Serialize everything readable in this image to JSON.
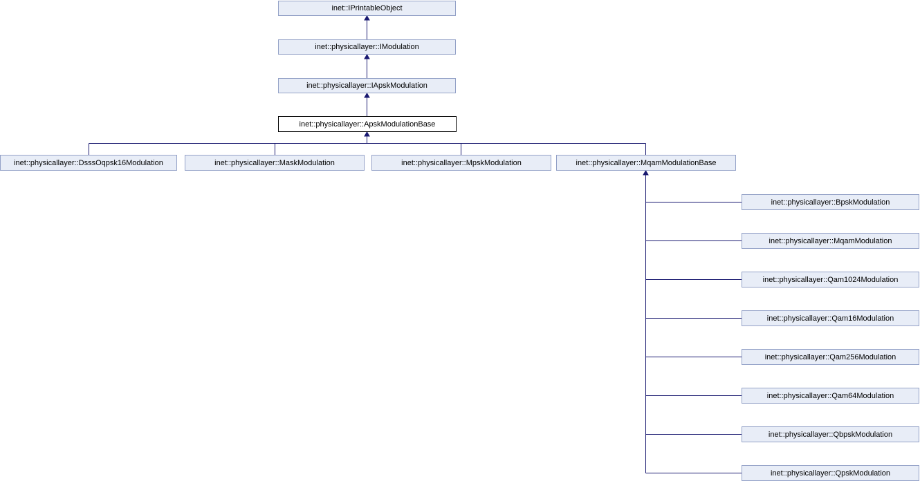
{
  "diagram": {
    "kind": "class-inheritance-diagram",
    "nodes": {
      "iprintableobject": {
        "label": "inet::IPrintableObject",
        "style": "documented"
      },
      "imodulation": {
        "label": "inet::physicallayer::IModulation",
        "style": "documented"
      },
      "iapskmodulation": {
        "label": "inet::physicallayer::IApskModulation",
        "style": "documented"
      },
      "apskmodulationbase": {
        "label": "inet::physicallayer::ApskModulationBase",
        "style": "current"
      },
      "dsssoqpsk16": {
        "label": "inet::physicallayer::DsssOqpsk16Modulation",
        "style": "documented"
      },
      "mask": {
        "label": "inet::physicallayer::MaskModulation",
        "style": "documented"
      },
      "mpsk": {
        "label": "inet::physicallayer::MpskModulation",
        "style": "documented"
      },
      "mqambase": {
        "label": "inet::physicallayer::MqamModulationBase",
        "style": "documented"
      },
      "bpsk": {
        "label": "inet::physicallayer::BpskModulation",
        "style": "documented"
      },
      "mqam": {
        "label": "inet::physicallayer::MqamModulation",
        "style": "documented"
      },
      "qam1024": {
        "label": "inet::physicallayer::Qam1024Modulation",
        "style": "documented"
      },
      "qam16": {
        "label": "inet::physicallayer::Qam16Modulation",
        "style": "documented"
      },
      "qam256": {
        "label": "inet::physicallayer::Qam256Modulation",
        "style": "documented"
      },
      "qam64": {
        "label": "inet::physicallayer::Qam64Modulation",
        "style": "documented"
      },
      "qbpsk": {
        "label": "inet::physicallayer::QbpskModulation",
        "style": "documented"
      },
      "qpsk": {
        "label": "inet::physicallayer::QpskModulation",
        "style": "documented"
      }
    },
    "edges": [
      {
        "derived": "inet::physicallayer::IModulation",
        "base": "inet::IPrintableObject",
        "type": "inheritance"
      },
      {
        "derived": "inet::physicallayer::IApskModulation",
        "base": "inet::physicallayer::IModulation",
        "type": "inheritance"
      },
      {
        "derived": "inet::physicallayer::ApskModulationBase",
        "base": "inet::physicallayer::IApskModulation",
        "type": "inheritance"
      },
      {
        "derived": "inet::physicallayer::DsssOqpsk16Modulation",
        "base": "inet::physicallayer::ApskModulationBase",
        "type": "inheritance"
      },
      {
        "derived": "inet::physicallayer::MaskModulation",
        "base": "inet::physicallayer::ApskModulationBase",
        "type": "inheritance"
      },
      {
        "derived": "inet::physicallayer::MpskModulation",
        "base": "inet::physicallayer::ApskModulationBase",
        "type": "inheritance"
      },
      {
        "derived": "inet::physicallayer::MqamModulationBase",
        "base": "inet::physicallayer::ApskModulationBase",
        "type": "inheritance"
      },
      {
        "derived": "inet::physicallayer::BpskModulation",
        "base": "inet::physicallayer::MqamModulationBase",
        "type": "inheritance"
      },
      {
        "derived": "inet::physicallayer::MqamModulation",
        "base": "inet::physicallayer::MqamModulationBase",
        "type": "inheritance"
      },
      {
        "derived": "inet::physicallayer::Qam1024Modulation",
        "base": "inet::physicallayer::MqamModulationBase",
        "type": "inheritance"
      },
      {
        "derived": "inet::physicallayer::Qam16Modulation",
        "base": "inet::physicallayer::MqamModulationBase",
        "type": "inheritance"
      },
      {
        "derived": "inet::physicallayer::Qam256Modulation",
        "base": "inet::physicallayer::MqamModulationBase",
        "type": "inheritance"
      },
      {
        "derived": "inet::physicallayer::Qam64Modulation",
        "base": "inet::physicallayer::MqamModulationBase",
        "type": "inheritance"
      },
      {
        "derived": "inet::physicallayer::QbpskModulation",
        "base": "inet::physicallayer::MqamModulationBase",
        "type": "inheritance"
      },
      {
        "derived": "inet::physicallayer::QpskModulation",
        "base": "inet::physicallayer::MqamModulationBase",
        "type": "inheritance"
      }
    ]
  },
  "colors": {
    "node_fill": "#e8edf7",
    "node_border": "#93a1c7",
    "current_node_fill": "#ffffff",
    "current_node_border": "#000000",
    "edge": "#191970",
    "text": "#000000",
    "background": "#ffffff"
  }
}
